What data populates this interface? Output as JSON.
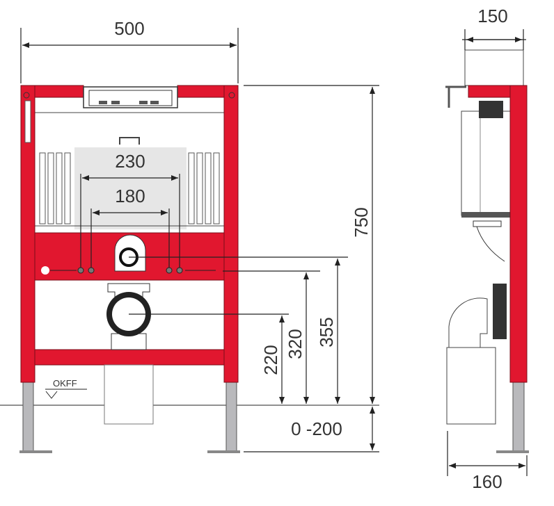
{
  "colors": {
    "frame_red": "#e1172f",
    "leg_grey": "#b9b9bc",
    "line": "#222222",
    "panel_grey": "#e6e6e6"
  },
  "front_view": {
    "width_label": "500",
    "cutout_width_label": "230",
    "stud_spacing_label": "180",
    "floor_label": "OKFF"
  },
  "heights": {
    "frame_height_label": "750",
    "flush_pipe_label": "355",
    "stud_height_label": "320",
    "drain_height_label": "220",
    "leg_adjust_label": "0 -200"
  },
  "side_view": {
    "cistern_depth_label": "150",
    "total_depth_label": "160"
  }
}
